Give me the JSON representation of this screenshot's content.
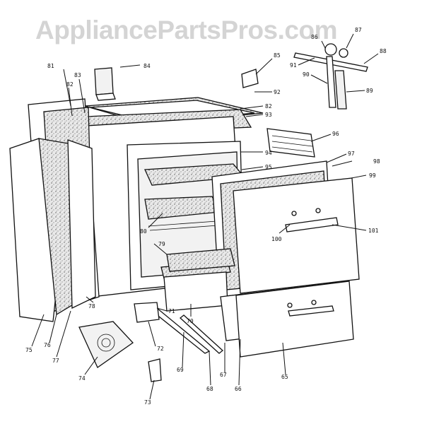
{
  "watermark": "AppliancePartsPros.com",
  "callouts": [
    "84",
    "81",
    "83",
    "82",
    "92",
    "82",
    "93",
    "94",
    "95",
    "96",
    "97",
    "98",
    "99",
    "101",
    "100",
    "80",
    "79",
    "78",
    "71",
    "70",
    "72",
    "69",
    "68",
    "67",
    "66",
    "65",
    "75",
    "76",
    "77",
    "74",
    "73",
    "85",
    "86",
    "87",
    "88",
    "91",
    "90",
    "89"
  ]
}
